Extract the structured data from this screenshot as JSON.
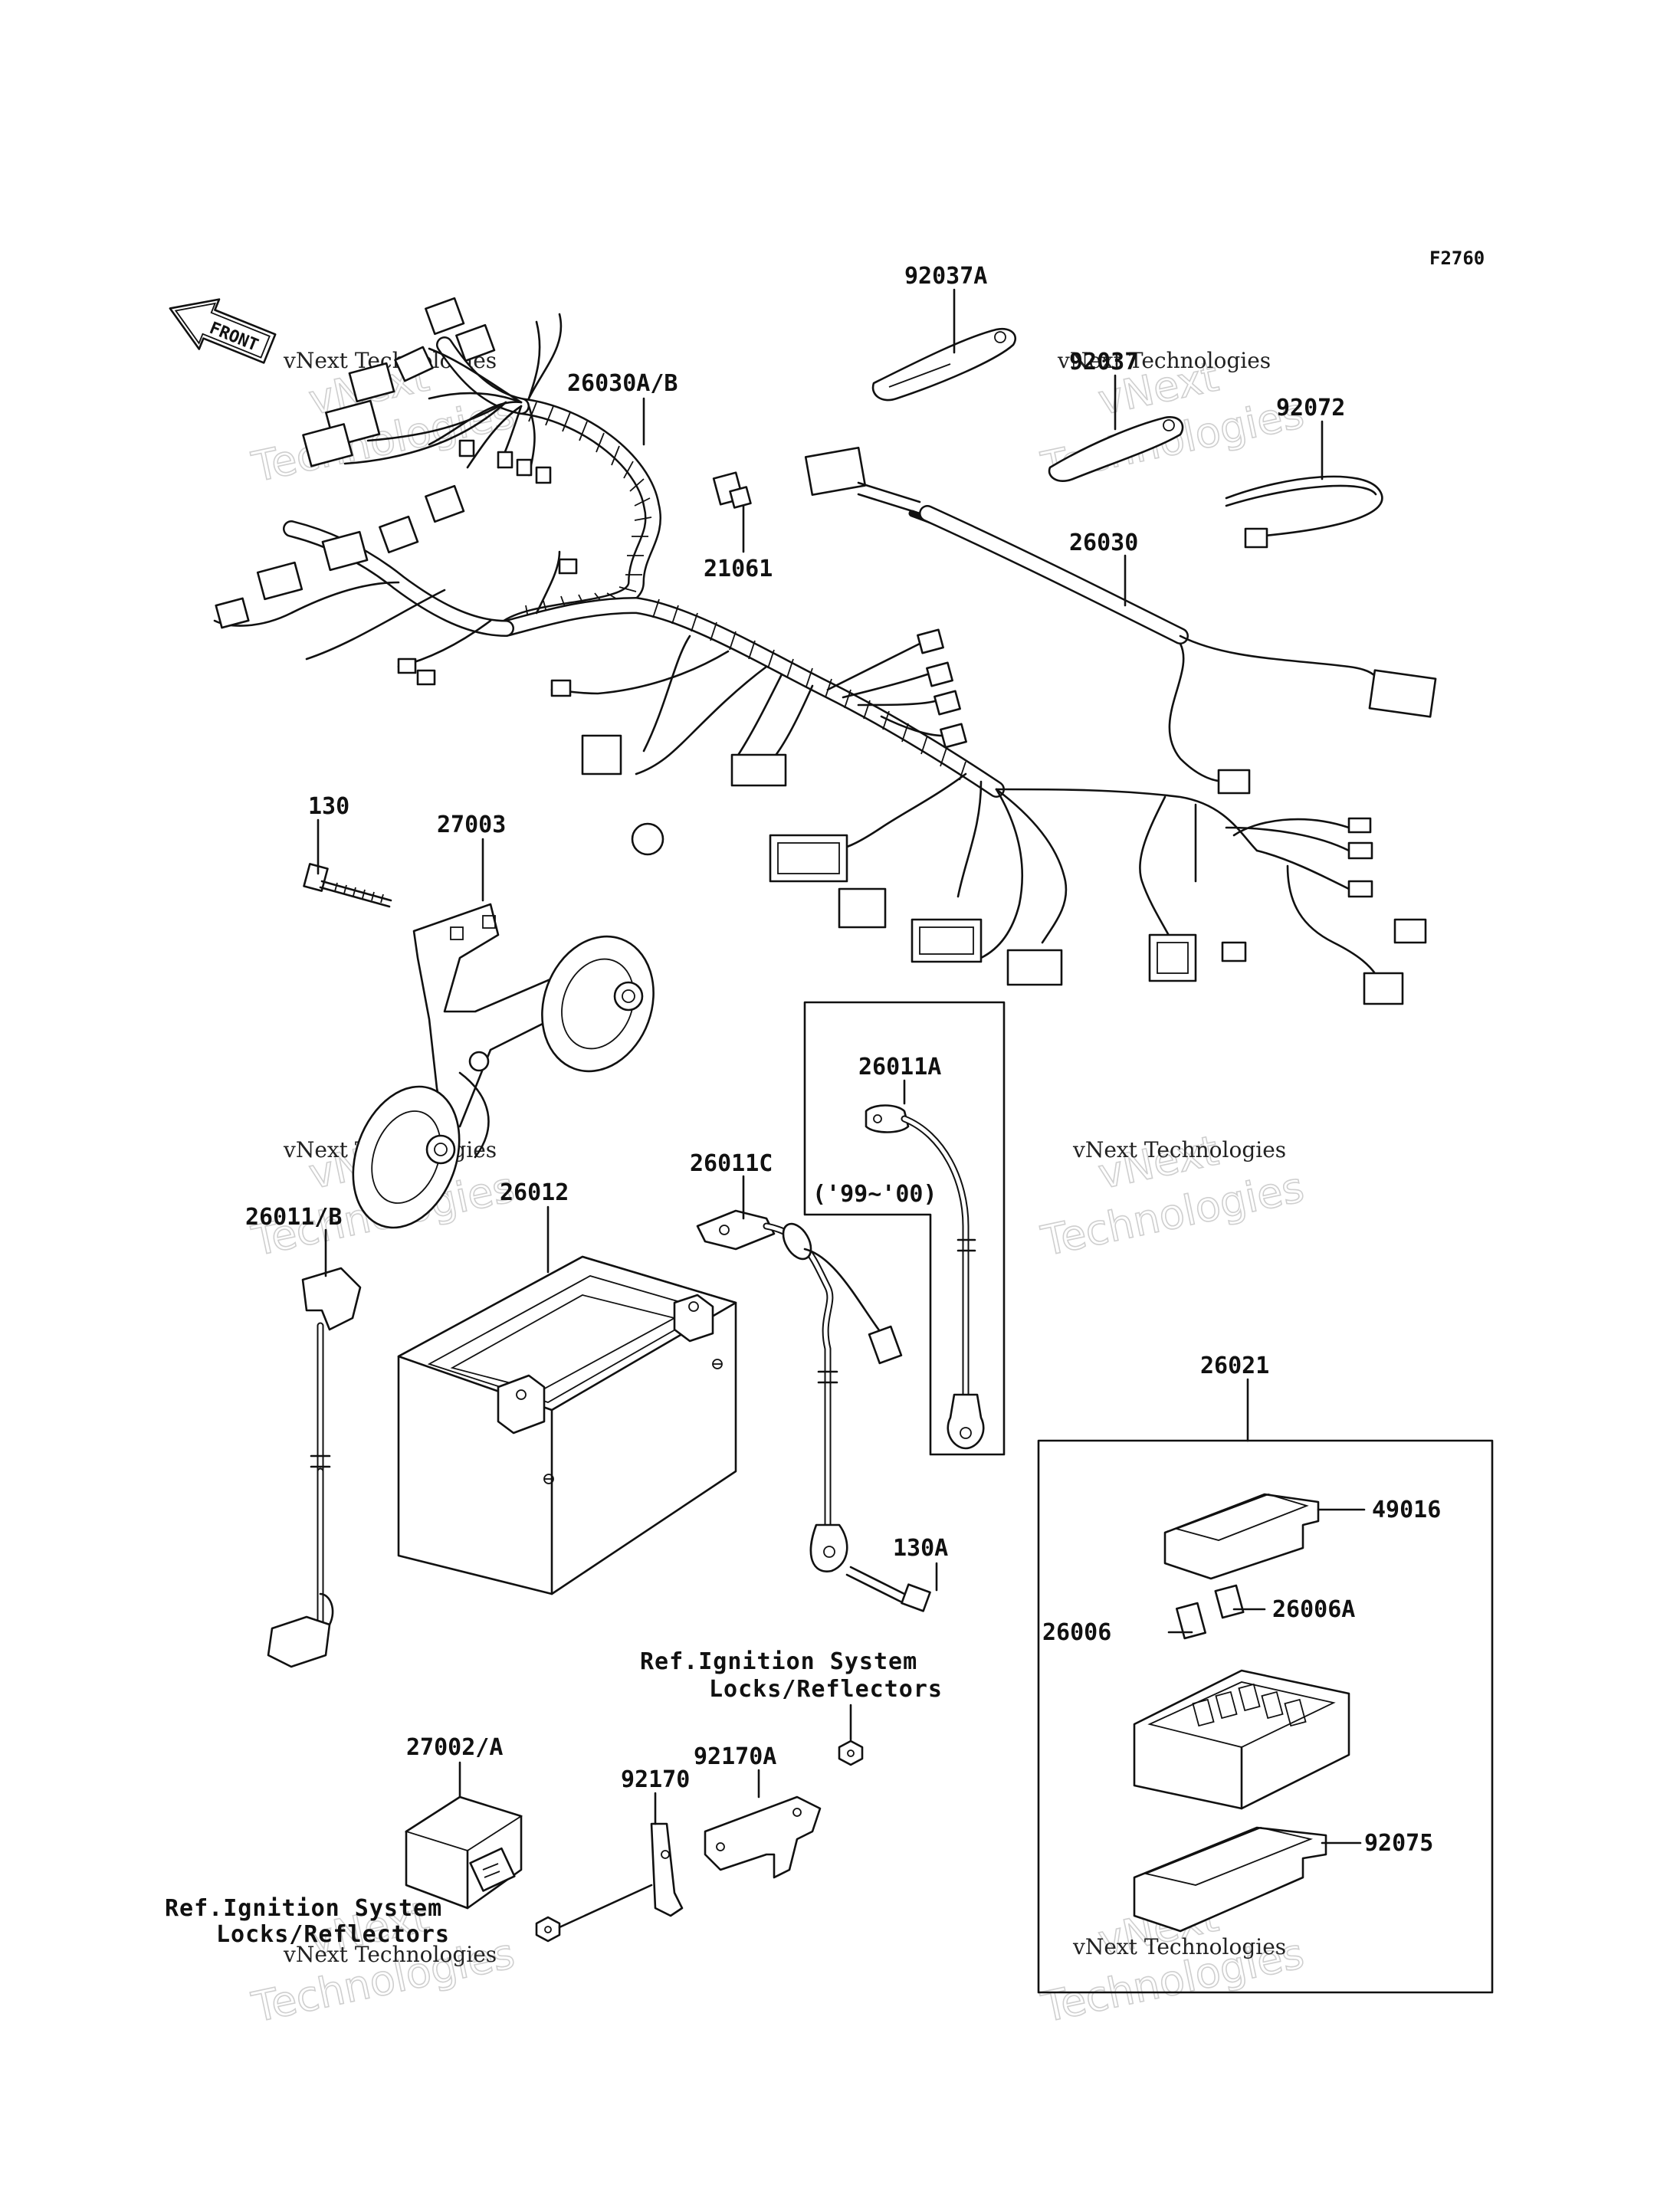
{
  "figure_code": "F2760",
  "front_arrow_label": "FRONT",
  "parts": {
    "p92037A": "92037A",
    "p92037": "92037",
    "p92072": "92072",
    "p26030AB": "26030A/B",
    "p21061": "21061",
    "p26030": "26030",
    "p130": "130",
    "p27003": "27003",
    "p26011A": "26011A",
    "p26011A_note": "('99~'00)",
    "p26011C": "26011C",
    "p26011B": "26011/B",
    "p26012": "26012",
    "p26021": "26021",
    "p49016": "49016",
    "p26006": "26006",
    "p26006A": "26006A",
    "p130A": "130A",
    "p92075": "92075",
    "p27002A": "27002/A",
    "p92170A": "92170A",
    "p92170": "92170"
  },
  "references": {
    "ignition_right_l1": "Ref.Ignition System",
    "ignition_right_l2": "Locks/Reflectors",
    "ignition_left_l1": "Ref.Ignition System",
    "ignition_left_l2": "Locks/Reflectors"
  },
  "watermark": {
    "line_small": "vNext Technologies",
    "line_big_1": "vNext",
    "line_big_2": "Technologies"
  },
  "icons": [
    "front-arrow-icon",
    "wiring-harness-icon",
    "battery-icon",
    "horn-icon",
    "fuse-box-icon",
    "ic-igniter-icon"
  ]
}
